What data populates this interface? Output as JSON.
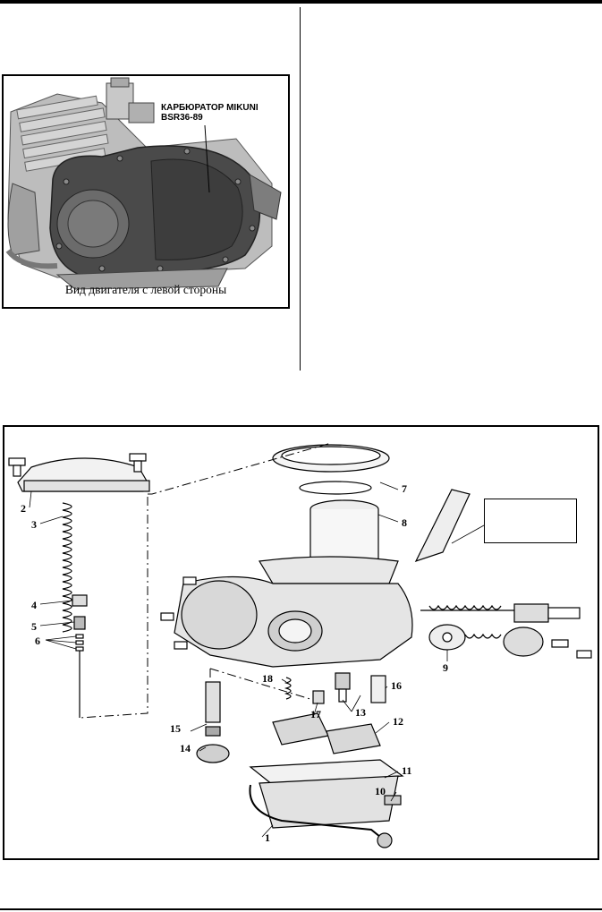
{
  "page": {
    "photo": {
      "label_lines": [
        "КАРБЮРАТОР MIKUNI",
        "BSR36-89"
      ],
      "caption": "Вид двигателя с левой стороны"
    },
    "diagram": {
      "parts": [
        {
          "id": "1",
          "text": "1"
        },
        {
          "id": "2",
          "text": "2"
        },
        {
          "id": "3",
          "text": "3"
        },
        {
          "id": "4",
          "text": "4"
        },
        {
          "id": "5",
          "text": "5"
        },
        {
          "id": "6",
          "text": "6"
        },
        {
          "id": "7",
          "text": "7"
        },
        {
          "id": "8",
          "text": "8"
        },
        {
          "id": "9",
          "text": "9"
        },
        {
          "id": "10",
          "text": "10"
        },
        {
          "id": "11",
          "text": "11"
        },
        {
          "id": "12",
          "text": "12"
        },
        {
          "id": "13",
          "text": "13"
        },
        {
          "id": "14",
          "text": "14"
        },
        {
          "id": "15",
          "text": "15"
        },
        {
          "id": "16",
          "text": "16"
        },
        {
          "id": "17",
          "text": "17"
        },
        {
          "id": "18",
          "text": "18"
        }
      ],
      "callout_text": ""
    }
  }
}
